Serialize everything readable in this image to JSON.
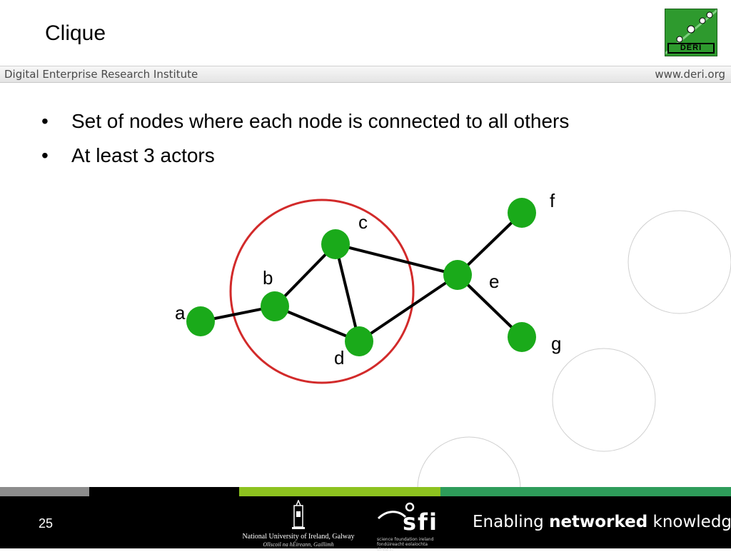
{
  "slide": {
    "title": "Clique",
    "bullets": [
      "Set of nodes where each node is connected to all others",
      "At least 3 actors"
    ],
    "page_number": "25"
  },
  "header": {
    "organization": "Digital Enterprise Research Institute",
    "url": "www.deri.org",
    "logo_text": "DERI"
  },
  "footer": {
    "university_name": "National University of Ireland, Galway",
    "university_irish": "Ollscoil na hÉireann, Gaillimh",
    "sfi_word": "sfi",
    "sfi_subtext": "science foundation ireland\nfondúireacht eolaíochta éireann",
    "tagline_pre": "Enabling",
    "tagline_bold": "networked",
    "tagline_post": "knowledge."
  },
  "graph": {
    "nodes": [
      "a",
      "b",
      "c",
      "d",
      "e",
      "f",
      "g"
    ],
    "edges": [
      [
        "a",
        "b"
      ],
      [
        "b",
        "c"
      ],
      [
        "b",
        "d"
      ],
      [
        "c",
        "d"
      ],
      [
        "c",
        "e"
      ],
      [
        "d",
        "e"
      ],
      [
        "e",
        "f"
      ],
      [
        "e",
        "g"
      ]
    ],
    "clique_highlight": [
      "b",
      "c",
      "d"
    ],
    "node_color": "#1aaa1a",
    "clique_ring_color": "#d22a2a"
  },
  "colors": {
    "stripe_gray": "#8c8c8c",
    "stripe_black": "#000000",
    "stripe_lime": "#8dc21f",
    "stripe_teal": "#2e9c5a",
    "logo_green": "#2e9a2e"
  }
}
